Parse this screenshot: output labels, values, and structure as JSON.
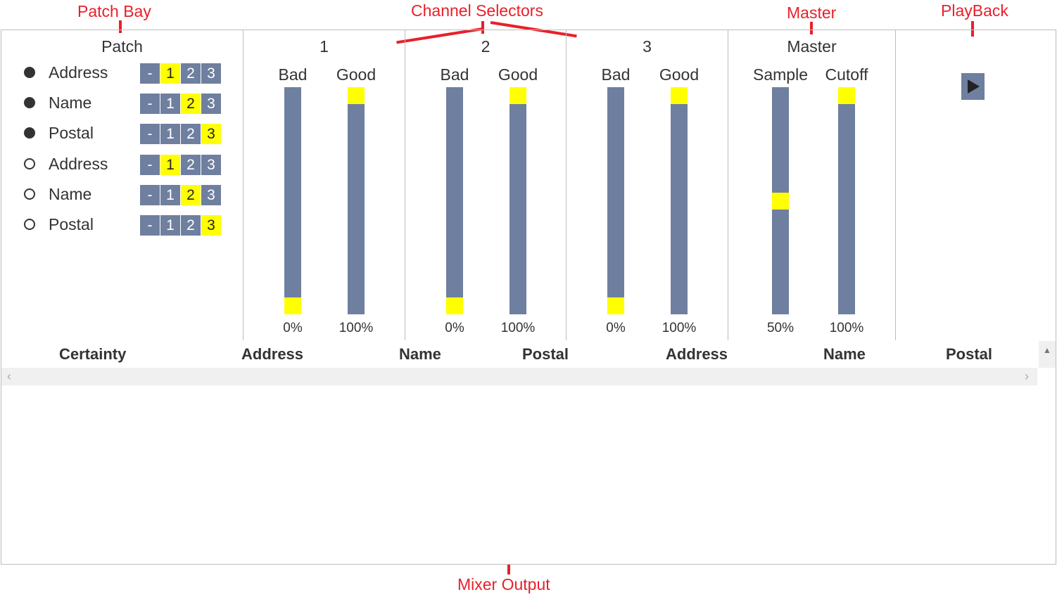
{
  "annotations": {
    "patch_bay": "Patch Bay",
    "channel_selectors": "Channel Selectors",
    "master": "Master",
    "playback": "PlayBack",
    "mixer_output": "Mixer Output"
  },
  "colors": {
    "accent": "#e8202a",
    "slider_track": "#6f7f9f",
    "selected": "#ffff00",
    "border": "#bdbdbd"
  },
  "patch": {
    "title": "Patch",
    "options": [
      "-",
      "1",
      "2",
      "3"
    ],
    "rows": [
      {
        "radio": "filled",
        "label": "Address",
        "selected": "1"
      },
      {
        "radio": "filled",
        "label": "Name",
        "selected": "2"
      },
      {
        "radio": "filled",
        "label": "Postal",
        "selected": "3"
      },
      {
        "radio": "empty",
        "label": "Address",
        "selected": "1"
      },
      {
        "radio": "empty",
        "label": "Name",
        "selected": "2"
      },
      {
        "radio": "empty",
        "label": "Postal",
        "selected": "3"
      }
    ]
  },
  "channels": [
    {
      "title": "1",
      "bad_label": "Bad",
      "good_label": "Good",
      "bad_value": "0%",
      "good_value": "100%",
      "bad_level": 0,
      "good_level": 1
    },
    {
      "title": "2",
      "bad_label": "Bad",
      "good_label": "Good",
      "bad_value": "0%",
      "good_value": "100%",
      "bad_level": 0,
      "good_level": 1
    },
    {
      "title": "3",
      "bad_label": "Bad",
      "good_label": "Good",
      "bad_value": "0%",
      "good_value": "100%",
      "bad_level": 0,
      "good_level": 1
    }
  ],
  "master": {
    "title": "Master",
    "sample_label": "Sample",
    "cutoff_label": "Cutoff",
    "sample_value": "50%",
    "cutoff_value": "100%",
    "sample_level": 0.5,
    "cutoff_level": 1
  },
  "playback": {
    "icon": "play-icon"
  },
  "output_table": {
    "headers": [
      "Certainty",
      "Address",
      "Name",
      "Postal",
      "Address",
      "Name",
      "Postal"
    ]
  }
}
